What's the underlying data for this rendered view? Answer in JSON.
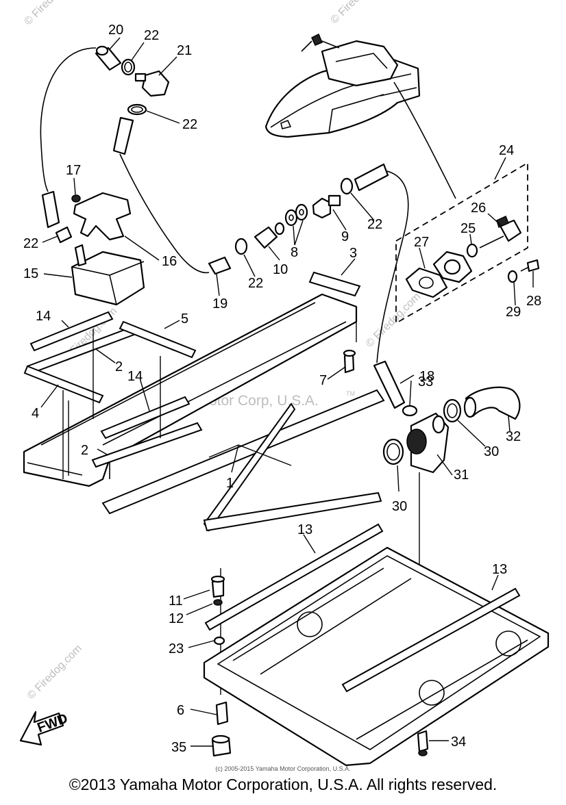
{
  "footer": {
    "copyright": "©2013 Yamaha Motor Corporation, U.S.A. All rights reserved.",
    "small_copyright": "(c) 2005-2015 Yamaha Motor Corporation, U.S.A."
  },
  "watermarks": {
    "firedog": "© Firedog.com",
    "yamaha": "Yamaha Motor Corp, U.S.A.",
    "tm": "TM"
  },
  "fwd_label": "FWD",
  "callouts": [
    {
      "id": "c20a",
      "label": "20"
    },
    {
      "id": "c22a",
      "label": "22"
    },
    {
      "id": "c21",
      "label": "21"
    },
    {
      "id": "c22b",
      "label": "22"
    },
    {
      "id": "c17",
      "label": "17"
    },
    {
      "id": "c22c",
      "label": "22"
    },
    {
      "id": "c15",
      "label": "15"
    },
    {
      "id": "c16",
      "label": "16"
    },
    {
      "id": "c19",
      "label": "19"
    },
    {
      "id": "c22d",
      "label": "22"
    },
    {
      "id": "c10",
      "label": "10"
    },
    {
      "id": "c8",
      "label": "8"
    },
    {
      "id": "c9",
      "label": "9"
    },
    {
      "id": "c22e",
      "label": "22"
    },
    {
      "id": "c3",
      "label": "3"
    },
    {
      "id": "c24",
      "label": "24"
    },
    {
      "id": "c26",
      "label": "26"
    },
    {
      "id": "c25",
      "label": "25"
    },
    {
      "id": "c27",
      "label": "27"
    },
    {
      "id": "c28",
      "label": "28"
    },
    {
      "id": "c29",
      "label": "29"
    },
    {
      "id": "c14a",
      "label": "14"
    },
    {
      "id": "c5",
      "label": "5"
    },
    {
      "id": "c2a",
      "label": "2"
    },
    {
      "id": "c4",
      "label": "4"
    },
    {
      "id": "c14b",
      "label": "14"
    },
    {
      "id": "c7",
      "label": "7"
    },
    {
      "id": "c18",
      "label": "18"
    },
    {
      "id": "c33",
      "label": "33"
    },
    {
      "id": "c2b",
      "label": "2"
    },
    {
      "id": "c1",
      "label": "1"
    },
    {
      "id": "c32",
      "label": "32"
    },
    {
      "id": "c30a",
      "label": "30"
    },
    {
      "id": "c31",
      "label": "31"
    },
    {
      "id": "c30b",
      "label": "30"
    },
    {
      "id": "c13a",
      "label": "13"
    },
    {
      "id": "c13b",
      "label": "13"
    },
    {
      "id": "c11",
      "label": "11"
    },
    {
      "id": "c12",
      "label": "12"
    },
    {
      "id": "c23",
      "label": "23"
    },
    {
      "id": "c6",
      "label": "6"
    },
    {
      "id": "c35",
      "label": "35"
    },
    {
      "id": "c34",
      "label": "34"
    }
  ]
}
